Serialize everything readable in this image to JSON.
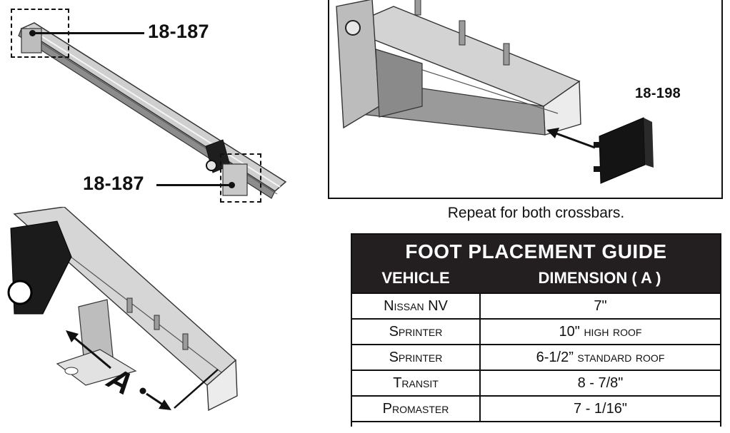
{
  "callouts": {
    "top_left_part": "18-187",
    "mid_left_part": "18-187",
    "end_cap_part": "18-198",
    "dimension_letter": "A"
  },
  "caption": "Repeat for both crossbars.",
  "guide": {
    "title": "FOOT PLACEMENT GUIDE",
    "col_vehicle": "VEHICLE",
    "col_dimension": "DIMENSION ( A )",
    "rows": [
      {
        "vehicle": "Nissan NV",
        "dimension": "7\""
      },
      {
        "vehicle": "Sprinter",
        "dimension": "10\" high roof"
      },
      {
        "vehicle": "Sprinter",
        "dimension": "6-1/2” standard roof"
      },
      {
        "vehicle": "Transit",
        "dimension": "8 - 7/8\""
      },
      {
        "vehicle": "Promaster",
        "dimension": "7 - 1/16\""
      }
    ]
  },
  "colors": {
    "ink": "#111111",
    "header_bg": "#231f20",
    "metal_light": "#d9d9d9",
    "metal_mid": "#a9a9a9",
    "metal_dark": "#6e6e6e"
  }
}
